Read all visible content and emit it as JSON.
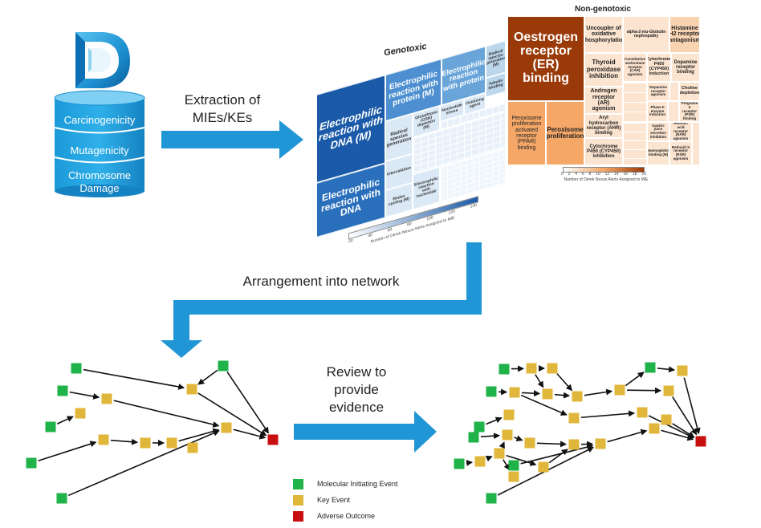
{
  "database": {
    "layers": [
      "Carcinogenicity",
      "Mutagenicity",
      "Chromosome Damage"
    ]
  },
  "arrows": {
    "extraction": "Extraction of MIEs/KEs",
    "arrangement": "Arrangement into network",
    "review": "Review to provide evidence"
  },
  "treemap_genotoxic": {
    "title": "Genotoxic",
    "axis_label": "Number of Derek Nexus Alerts Assigned to MIE",
    "ticks": [
      "20",
      "40",
      "60",
      "80",
      "100",
      "120",
      "140"
    ],
    "cells": {
      "dna_m": "Electrophilic reaction with DNA (M)",
      "dna": "Electrophilic reaction with DNA",
      "protein_m": "Electrophilic reaction with protein (M)",
      "protein": "Electrophilic reaction with protein",
      "radical_m": "Radical species generation (M)",
      "radical": "Radical species generation",
      "glutathione": "Glutathione (GSH) depletion (M)",
      "nucleotide": "Nucleotide stress",
      "oxidising": "Oxidising agent",
      "tubulin": "Tubulin binding",
      "intercalation": "Intercalation",
      "redox": "Redox cycling (M)",
      "electrophilic_nucleotide": "Electrophilic reaction with nucleotide"
    }
  },
  "treemap_nongenotoxic": {
    "title": "Non-genotoxic",
    "axis_label": "Number of Derek Nexus Alerts Assigned to MIE",
    "ticks": [
      "0",
      "2",
      "4",
      "6",
      "8",
      "10",
      "12",
      "14",
      "16",
      "18",
      "20"
    ],
    "cells": {
      "oestrogen": "Oestrogen receptor (ER) binding",
      "ppar": "Peroxisome proliferation activated receptor (PPAR) binding",
      "perox": "Peroxisome proliferation",
      "uncoupler": "Uncoupler of oxidative phosphorylation",
      "alpha2u": "alpha-2-mu-Globulin nephropathy",
      "histamine": "Histamine H2 receptor antagonism",
      "thyroid": "Thyroid peroxidase inhibition",
      "car": "Constitutive androstane receptor (CAR) agonism",
      "cyp_induction": "Cytochrome P450 (CYP450) induction",
      "dopamine_binding": "Dopamine receptor binding",
      "androgen": "Androgen receptor (AR) agonism",
      "choline": "Choline depletion",
      "ahr": "Aryl hydrocarbon receptor (AHR) binding",
      "dopamine_agonism": "Dopamine receptor agonism",
      "phase2": "Phase II enzyme induction",
      "pregnane": "Pregnane X receptor (PXR) binding",
      "cyp_inhibition": "Cytochrome P450 (CYP450) inhibition",
      "gastric": "Gastric juice secretion inhibition",
      "rar": "Retinoic acid receptor (RAR) agonism",
      "haemoglobin": "Haemoglobin binding (M)",
      "retinoid_x": "Retinoid X receptor (RXR) agonism"
    }
  },
  "legend": [
    {
      "label": "Molecular Initiating Event",
      "color": "#1fb34a"
    },
    {
      "label": "Key Event",
      "color": "#e0b73a"
    },
    {
      "label": "Adverse Outcome",
      "color": "#c80f0f"
    }
  ],
  "colors": {
    "arrow": "#2196d6",
    "mie": "#1fb34a",
    "ke": "#e0b73a",
    "ao": "#c80f0f",
    "genotoxic_dark": "#1a5aa8",
    "genotoxic_light": "#bcd6ec",
    "nongenotoxic_dark": "#9a3a08",
    "nongenotoxic_light": "#f6d3b3"
  },
  "networks": {
    "left": {
      "nodes": [
        {
          "id": "a",
          "type": "mie"
        },
        {
          "id": "b",
          "type": "mie"
        },
        {
          "id": "c",
          "type": "mie"
        },
        {
          "id": "d",
          "type": "mie"
        },
        {
          "id": "e",
          "type": "mie"
        },
        {
          "id": "f",
          "type": "mie"
        },
        {
          "id": "k1",
          "type": "ke"
        },
        {
          "id": "k2",
          "type": "ke"
        },
        {
          "id": "k3",
          "type": "ke"
        },
        {
          "id": "k4",
          "type": "ke"
        },
        {
          "id": "k5",
          "type": "ke"
        },
        {
          "id": "k6",
          "type": "ke"
        },
        {
          "id": "k7",
          "type": "ke"
        },
        {
          "id": "k8",
          "type": "ke"
        },
        {
          "id": "ao",
          "type": "ao"
        }
      ]
    },
    "right": {
      "nodes": [
        {
          "id": "m1",
          "type": "mie"
        },
        {
          "id": "m2",
          "type": "mie"
        },
        {
          "id": "m3",
          "type": "mie"
        },
        {
          "id": "m4",
          "type": "mie"
        },
        {
          "id": "m5",
          "type": "mie"
        },
        {
          "id": "m6",
          "type": "mie"
        },
        {
          "id": "m7",
          "type": "mie"
        },
        {
          "id": "m8",
          "type": "mie"
        },
        {
          "id": "j1",
          "type": "ke"
        },
        {
          "id": "j2",
          "type": "ke"
        },
        {
          "id": "j3",
          "type": "ke"
        },
        {
          "id": "j4",
          "type": "ke"
        },
        {
          "id": "j5",
          "type": "ke"
        },
        {
          "id": "j6",
          "type": "ke"
        },
        {
          "id": "j7",
          "type": "ke"
        },
        {
          "id": "j8",
          "type": "ke"
        },
        {
          "id": "j9",
          "type": "ke"
        },
        {
          "id": "j10",
          "type": "ke"
        },
        {
          "id": "j11",
          "type": "ke"
        },
        {
          "id": "j12",
          "type": "ke"
        },
        {
          "id": "j13",
          "type": "ke"
        },
        {
          "id": "j14",
          "type": "ke"
        },
        {
          "id": "j15",
          "type": "ke"
        },
        {
          "id": "j16",
          "type": "ke"
        },
        {
          "id": "j17",
          "type": "ke"
        },
        {
          "id": "j18",
          "type": "ke"
        },
        {
          "id": "j19",
          "type": "ke"
        },
        {
          "id": "j20",
          "type": "ke"
        },
        {
          "id": "j21",
          "type": "ke"
        },
        {
          "id": "aor",
          "type": "ao"
        }
      ]
    }
  }
}
